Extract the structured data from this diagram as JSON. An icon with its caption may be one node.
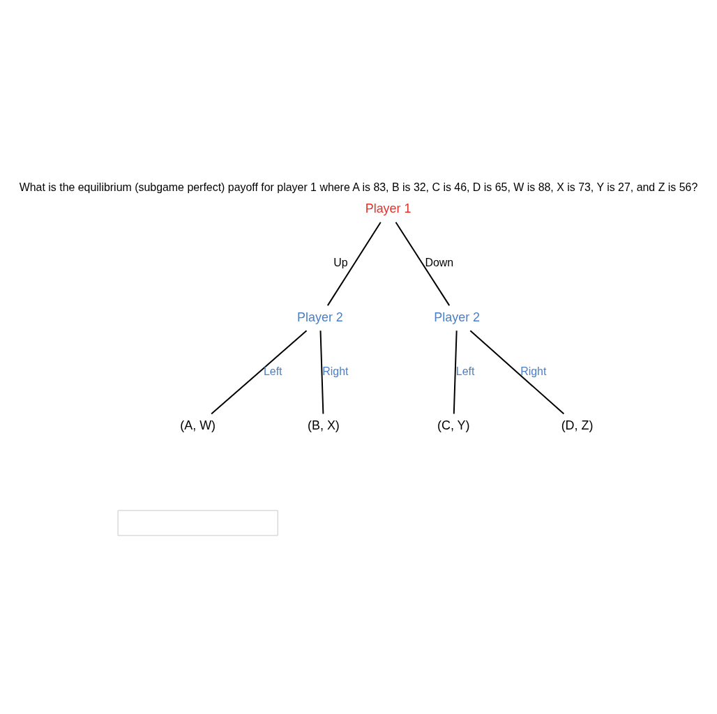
{
  "diagram": {
    "title": "What is the equilibrium (subgame perfect) payoff for player 1 where A is 83, B is 32, C is 46, D is 65, W is 88, X is 73, Y is 27, and Z is 56?",
    "nodes": [
      {
        "text": [
          "Player 1"
        ]
      },
      {
        "text": [
          "Player 2"
        ]
      },
      {
        "text": [
          "Player 2"
        ]
      },
      {
        "text": [
          "(A, W)"
        ]
      },
      {
        "text": [
          "(B, X)"
        ]
      },
      {
        "text": [
          "(C, Y)"
        ]
      },
      {
        "text": [
          "(D, Z)"
        ]
      },
      {
        "text": [],
        "shape": "box"
      }
    ],
    "edges": [
      {
        "from": 0,
        "to": 1,
        "arrow": "none",
        "label": "Up"
      },
      {
        "from": 0,
        "to": 2,
        "arrow": "none",
        "label": "Down"
      },
      {
        "from": 1,
        "to": 3,
        "arrow": "none",
        "label": "Left"
      },
      {
        "from": 1,
        "to": 4,
        "arrow": "none",
        "label": "Right"
      },
      {
        "from": 2,
        "to": 5,
        "arrow": "none",
        "label": "Left"
      },
      {
        "from": 2,
        "to": 6,
        "arrow": "none",
        "label": "Right"
      }
    ]
  }
}
